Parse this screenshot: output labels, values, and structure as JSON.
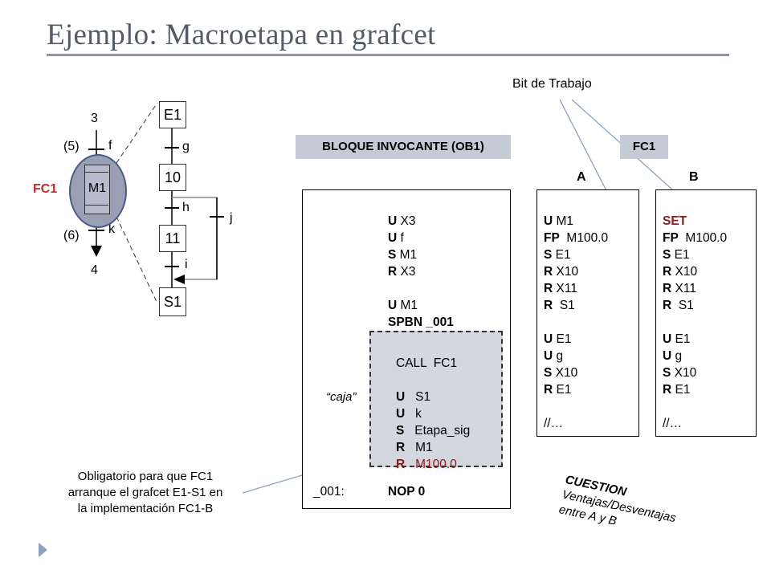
{
  "title": "Ejemplo: Macroetapa en grafcet",
  "grafcet_left": {
    "step_top": "3",
    "step_bottom": "4",
    "num_5": "(5)",
    "num_6": "(6)",
    "trans_f": "f",
    "trans_k": "k",
    "macro": "M1",
    "fc_label": "FC1"
  },
  "grafcet_right": {
    "e1": "E1",
    "s10": "10",
    "s11": "11",
    "s1": "S1",
    "g": "g",
    "h": "h",
    "i": "i",
    "j": "j"
  },
  "headers": {
    "ob1": "BLOQUE INVOCANTE (OB1)",
    "fc1": "FC1",
    "col_a": "A",
    "col_b": "B",
    "bit_trabajo": "Bit de Trabajo"
  },
  "ob1_code": {
    "l1k": "U",
    "l1v": " X3",
    "l2k": "U",
    "l2v": " f",
    "l3k": "S",
    "l3v": " M1",
    "l4k": "R",
    "l4v": " X3",
    "l5k": "U",
    "l5v": " M1",
    "l6": "SPBN _001",
    "c1": "CALL  FC1",
    "c2k": "U",
    "c2v": "   S1",
    "c3k": "U",
    "c3v": "   k",
    "c4k": "S",
    "c4v": "   Etapa_sig",
    "c5k": "R",
    "c5v": "   M1",
    "c6k": "R",
    "c6v": "   M100.0",
    "label": "_001:",
    "nop": "NOP 0",
    "caja": "“caja”"
  },
  "col_a_code": {
    "l1k": "U",
    "l1v": " M1",
    "l2k": "FP",
    "l2v": "  M100.0",
    "l3k": "S",
    "l3v": " E1",
    "l4k": "R",
    "l4v": " X10",
    "l5k": "R",
    "l5v": " X11",
    "l6k": "R",
    "l6v": "  S1",
    "l7k": "U",
    "l7v": " E1",
    "l8k": "U",
    "l8v": " g",
    "l9k": "S",
    "l9v": " X10",
    "l10k": "R",
    "l10v": " E1",
    "l11": "//…"
  },
  "col_b_code": {
    "l1": "SET",
    "l2k": "FP",
    "l2v": "  M100.0",
    "l3k": "S",
    "l3v": " E1",
    "l4k": "R",
    "l4v": " X10",
    "l5k": "R",
    "l5v": " X11",
    "l6k": "R",
    "l6v": "  S1",
    "l7k": "U",
    "l7v": " E1",
    "l8k": "U",
    "l8v": " g",
    "l9k": "S",
    "l9v": " X10",
    "l10k": "R",
    "l10v": " E1",
    "l11": "//…"
  },
  "note": {
    "line1": "Obligatorio para que FC1",
    "line2": "arranque el grafcet E1-S1 en",
    "line3": "la implementación FC1-B"
  },
  "question": {
    "title": "CUESTION",
    "line1": "Ventajas/Desventajas",
    "line2": "entre A y B"
  }
}
